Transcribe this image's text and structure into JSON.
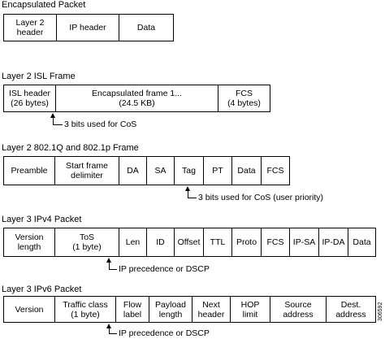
{
  "sections": [
    {
      "title": "Encapsulated Packet",
      "cells": [
        "Layer 2\nheader",
        "IP header",
        "Data"
      ]
    },
    {
      "title": "Layer 2 ISL Frame",
      "cells": [
        "ISL header\n(26 bytes)",
        "Encapsulated frame 1...\n(24.5 KB)",
        "FCS\n(4 bytes)"
      ],
      "note": "3 bits used for CoS"
    },
    {
      "title": "Layer 2 802.1Q and 802.1p Frame",
      "cells": [
        "Preamble",
        "Start frame\ndelimiter",
        "DA",
        "SA",
        "Tag",
        "PT",
        "Data",
        "FCS"
      ],
      "note": "3 bits used for CoS (user priority)"
    },
    {
      "title": "Layer 3 IPv4 Packet",
      "cells": [
        "Version\nlength",
        "ToS\n(1 byte)",
        "Len",
        "ID",
        "Offset",
        "TTL",
        "Proto",
        "FCS",
        "IP-SA",
        "IP-DA",
        "Data"
      ],
      "note": "IP precedence or DSCP"
    },
    {
      "title": "Layer 3 IPv6 Packet",
      "cells": [
        "Version",
        "Traffic class\n(1 byte)",
        "Flow\nlabel",
        "Payload\nlength",
        "Next\nheader",
        "HOP\nlimit",
        "Source\naddress",
        "Dest.\naddress"
      ],
      "note": "IP precedence or DSCP"
    }
  ],
  "figure_id": "306592"
}
